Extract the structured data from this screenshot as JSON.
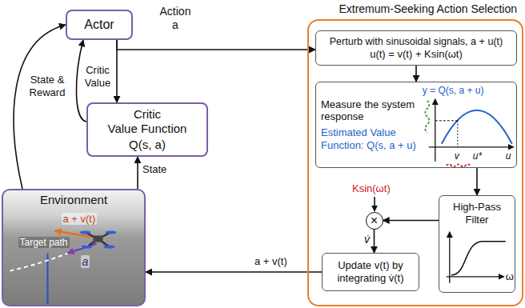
{
  "diagram": {
    "nodes": [
      {
        "text": [
          "Actor"
        ]
      },
      {
        "text": [
          "Critic",
          "Value Function",
          "Q(s, a)"
        ]
      },
      {
        "text": [
          "Environment"
        ]
      },
      {
        "text": [
          "Extremum-Seeking Action Selection"
        ]
      },
      {
        "text": [
          "Perturb with sinusoidal signals, a + u(t)",
          "u(t) = v(t) + Ksin(ωt)"
        ],
        "in": 3
      },
      {
        "text": [
          "Measure the system response",
          "Estimated Value Function: Q(s, a + u)"
        ],
        "in": 3
      },
      {
        "text": [
          "High-Pass Filter"
        ],
        "in": 3
      },
      {
        "text": [
          "×"
        ],
        "in": 3
      },
      {
        "text": [
          "Update v(t) by integrating v̇(t)"
        ],
        "in": 3
      }
    ],
    "edges": [
      {
        "from": 0,
        "to": 4,
        "label": "Action a",
        "arrow": "to"
      },
      {
        "from": 0,
        "to": 1,
        "arrow": "to"
      },
      {
        "from": 1,
        "to": 0,
        "label": "Critic Value",
        "arrow": "to"
      },
      {
        "from": 2,
        "to": 0,
        "label": "State & Reward",
        "arrow": "to"
      },
      {
        "from": 2,
        "to": 1,
        "label": "State",
        "arrow": "to"
      },
      {
        "from": 4,
        "to": 5,
        "arrow": "to"
      },
      {
        "from": 5,
        "to": 6,
        "arrow": "to"
      },
      {
        "from": 6,
        "to": 7,
        "arrow": "to"
      },
      {
        "from": 7,
        "to": 8,
        "label": "v̇",
        "arrow": "to"
      },
      {
        "from": 8,
        "to": 2,
        "label": "a + v(t)",
        "arrow": "to"
      }
    ],
    "labels": [
      "Target path",
      "a + v(t)",
      "a",
      "y = Q(s, a + u)",
      "v",
      "u*",
      "u",
      "ω",
      "Ksin(ωt)"
    ]
  }
}
